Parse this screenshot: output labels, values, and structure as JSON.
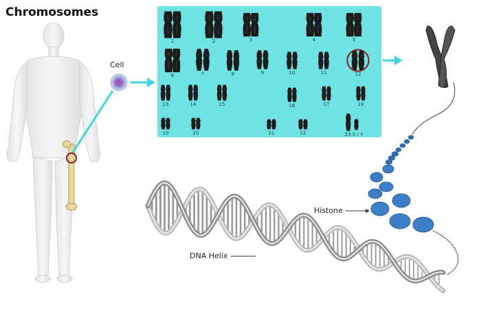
{
  "title": "Chromosomes",
  "labels": {
    "cell": "Cell",
    "histone": "Histone",
    "dna_helix": "DNA Helix"
  },
  "karyotype": {
    "pairs": [
      "1",
      "2",
      "3",
      "4",
      "5",
      "6",
      "7",
      "8",
      "9",
      "10",
      "11",
      "12",
      "13",
      "14",
      "15",
      "16",
      "17",
      "18",
      "19",
      "20",
      "21",
      "22",
      "23 X / Y"
    ],
    "highlighted_pair": "12"
  },
  "colors": {
    "karyotype_bg": "#6fe3e4",
    "arrow": "#3fd6dc",
    "highlight_ring": "#8b1a1a",
    "histone_blue": "#2f6fb5"
  }
}
